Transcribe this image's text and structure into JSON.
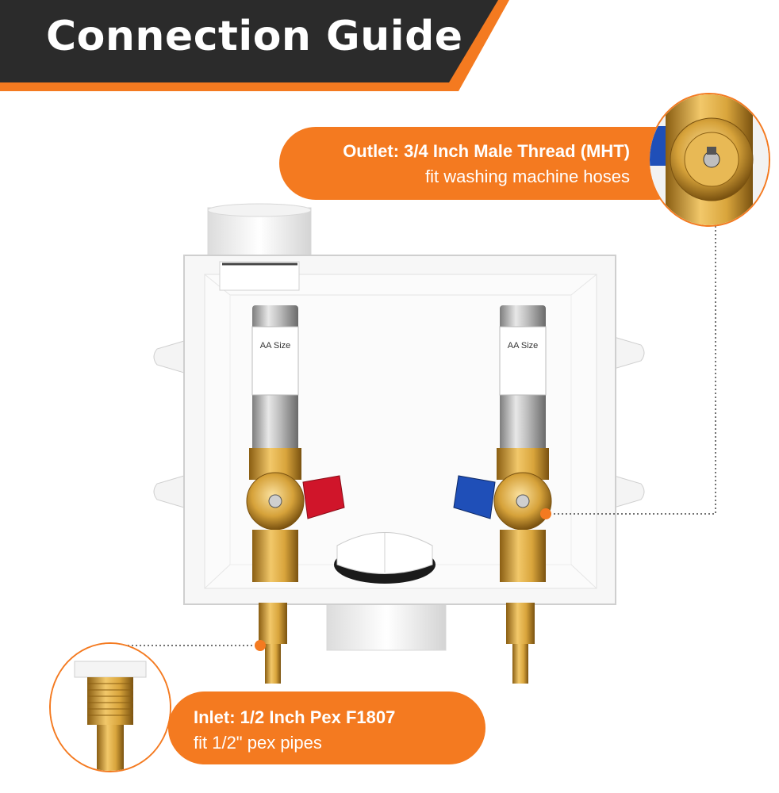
{
  "header": {
    "title": "Connection Guide"
  },
  "callouts": {
    "outlet": {
      "line1": "Outlet: 3/4 Inch Male Thread (MHT)",
      "line2": "fit washing machine hoses"
    },
    "inlet": {
      "line1": "Inlet: 1/2 Inch Pex F1807",
      "line2": "fit 1/2\" pex pipes"
    }
  },
  "arrestor_labels": {
    "size": "AA Size"
  },
  "colors": {
    "accent": "#f47a20",
    "header_dark": "#2b2b2b",
    "brass": "#c9962e",
    "hot_handle": "#d0152a",
    "cold_handle": "#1f4fb8"
  }
}
